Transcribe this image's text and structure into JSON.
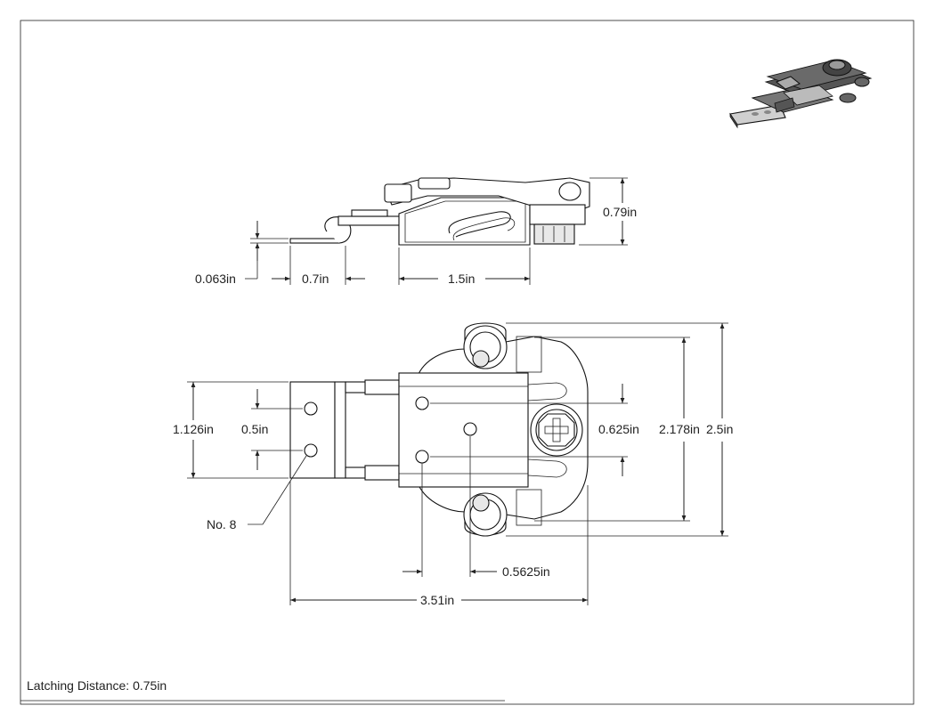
{
  "drawing": {
    "side_view": {
      "height_dim": "0.79in",
      "thickness_dim": "0.063in",
      "lip_length_dim": "0.7in",
      "body_length_dim": "1.5in"
    },
    "top_view": {
      "bracket_height_dim": "1.126in",
      "hole_spacing_dim": "0.5in",
      "screw_label": "No. 8",
      "center_hole_dim": "0.625in",
      "inner_width_dim": "2.178in",
      "outer_width_dim": "2.5in",
      "hole_offset_dim": "0.5625in",
      "overall_length_dim": "3.51in"
    },
    "notes": {
      "latching_distance": "Latching Distance: 0.75in"
    },
    "iso_view_icon": "isometric-latch-thumbnail"
  }
}
